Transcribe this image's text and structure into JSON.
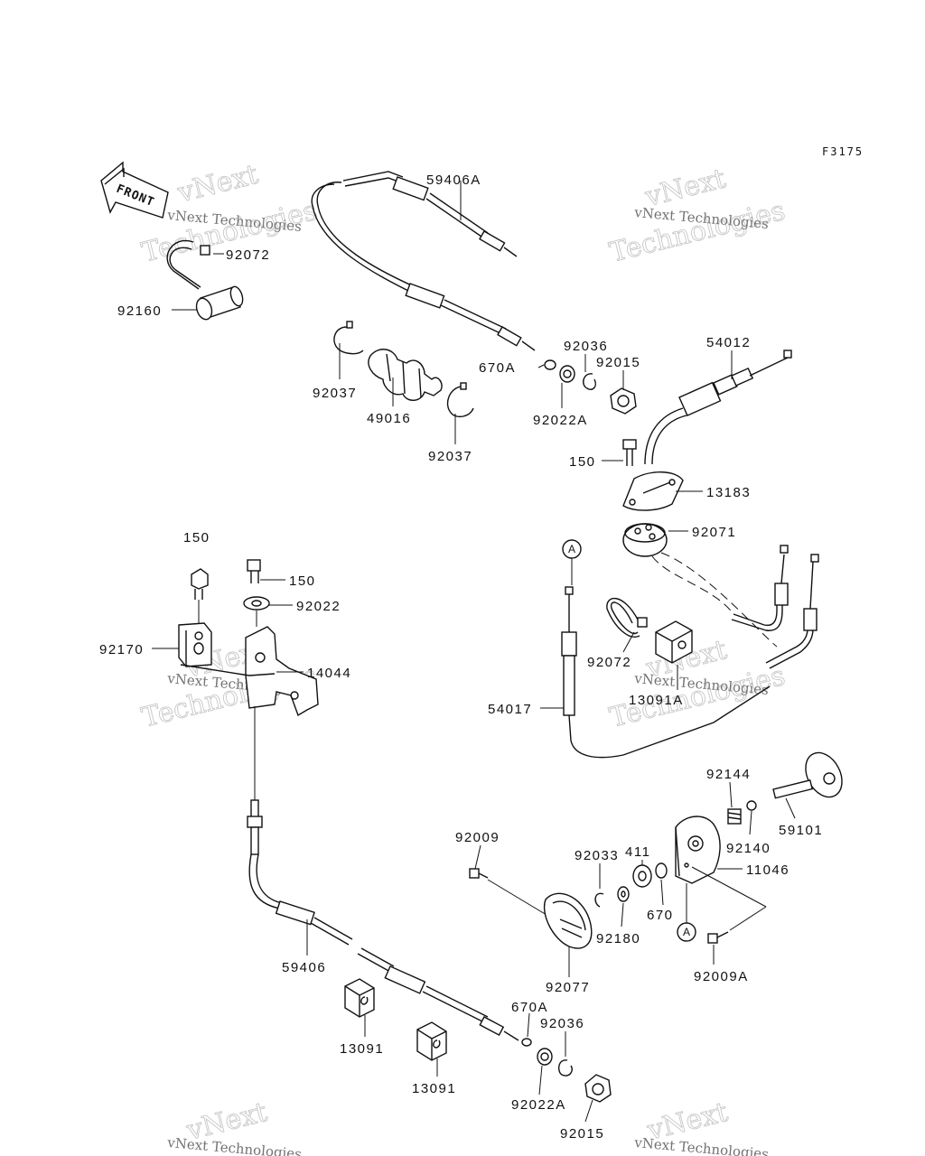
{
  "diagram_code": "F3175",
  "front_label": "FRONT",
  "watermark": {
    "line1": "vNext Technologies",
    "line2": "Technologies",
    "line3": "vNext"
  },
  "connector_marker": "A",
  "parts": [
    "59406A",
    "92072",
    "92160",
    "92037",
    "49016",
    "92037",
    "670A",
    "92036",
    "92015",
    "92022A",
    "54012",
    "150",
    "13183",
    "92071",
    "150",
    "150",
    "92022",
    "92170",
    "14044",
    "92072",
    "13091A",
    "54017",
    "92144",
    "59101",
    "92140",
    "11046",
    "92009",
    "92033",
    "411",
    "670",
    "92180",
    "92077",
    "92009A",
    "59406",
    "670A",
    "92036",
    "13091",
    "13091",
    "92022A",
    "92015"
  ]
}
